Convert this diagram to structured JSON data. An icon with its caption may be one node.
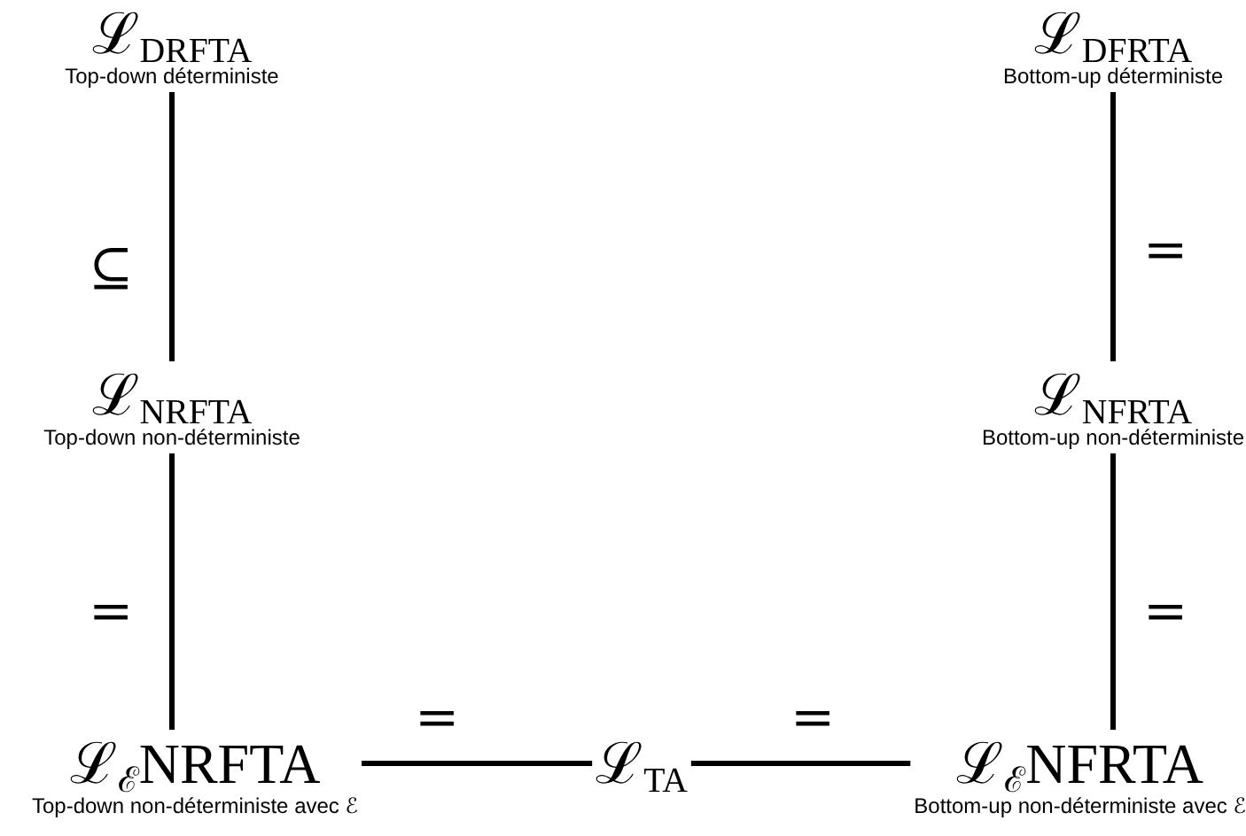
{
  "diagram": {
    "nodes": [
      {
        "text": [
          "ℒ$_{DRFTA}$",
          "Top-down déterministe"
        ]
      },
      {
        "text": [
          "ℒ$_{DFRTA}$",
          "Bottom-up déterministe"
        ]
      },
      {
        "text": [
          "ℒ$_{NRFTA}$",
          "Top-down non-déterministe"
        ]
      },
      {
        "text": [
          "ℒ$_{NFRTA}$",
          "Bottom-up non-déterministe"
        ]
      },
      {
        "text": [
          "ℒ$_{ℰ}$NRFTA",
          "Top-down non-déterministe avec ℰ"
        ]
      },
      {
        "text": [
          "ℒ$_{TA}$"
        ]
      },
      {
        "text": [
          "ℒ$_{ℰ}$NFRTA",
          "Bottom-up non-déterministe avec ℰ"
        ]
      }
    ],
    "edges": [
      {
        "from": 0,
        "to": 2,
        "arrow": "none",
        "label": "⊆"
      },
      {
        "from": 1,
        "to": 3,
        "arrow": "none",
        "label": "="
      },
      {
        "from": 2,
        "to": 4,
        "arrow": "none",
        "label": "="
      },
      {
        "from": 3,
        "to": 6,
        "arrow": "none",
        "label": "="
      },
      {
        "from": 4,
        "to": 5,
        "arrow": "none",
        "label": "="
      },
      {
        "from": 5,
        "to": 6,
        "arrow": "none",
        "label": "="
      }
    ]
  }
}
